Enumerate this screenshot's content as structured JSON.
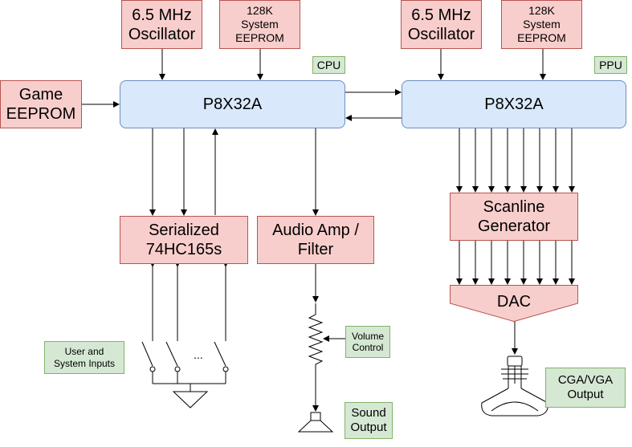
{
  "blocks": {
    "osc_left": "6.5 MHz\nOscillator",
    "eeprom_left": "128K\nSystem\nEEPROM",
    "osc_right": "6.5 MHz\nOscillator",
    "eeprom_right": "128K\nSystem\nEEPROM",
    "game_eeprom": "Game\nEEPROM",
    "cpu_chip": "P8X32A",
    "ppu_chip": "P8X32A",
    "cpu_tag": "CPU",
    "ppu_tag": "PPU",
    "serialized": "Serialized\n74HC165s",
    "audio_amp": "Audio Amp /\nFilter",
    "scanline": "Scanline\nGenerator",
    "dac": "DAC",
    "user_inputs": "User and\nSystem Inputs",
    "volume_control": "Volume\nControl",
    "sound_output": "Sound\nOutput",
    "cga_vga_output": "CGA/VGA\nOutput",
    "switch_ellipsis": "..."
  },
  "colors": {
    "red_fill": "#f8cecc",
    "red_stroke": "#b85450",
    "blue_fill": "#dae8fc",
    "blue_stroke": "#6c8ebf",
    "green_fill": "#d5e8d4",
    "green_stroke": "#82b366",
    "line": "#000000"
  }
}
